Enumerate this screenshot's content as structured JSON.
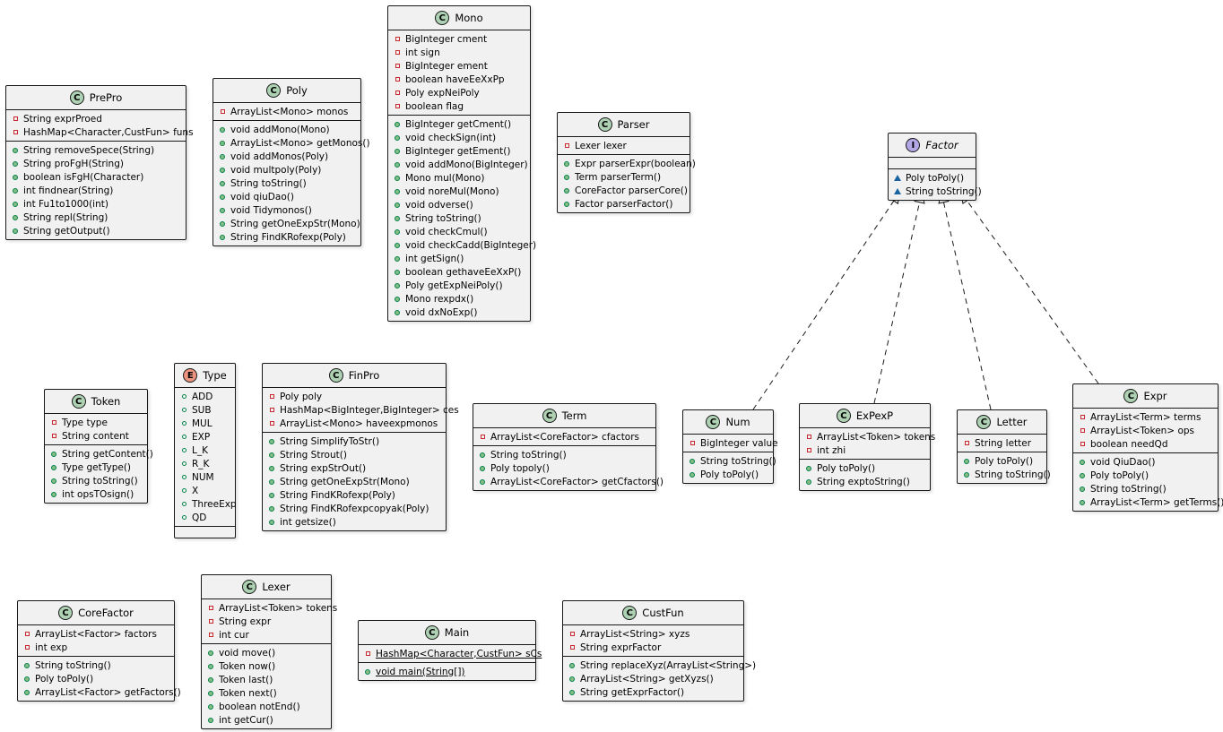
{
  "colors": {
    "class_badge": "#add1b2",
    "interface_badge": "#b4a7e5",
    "enum_badge": "#eb937f",
    "box_fill": "#f1f1f1",
    "border": "#181818",
    "private": "#c82930",
    "public": "#84be84",
    "package": "#1963a0"
  },
  "classes": [
    {
      "id": "PrePro",
      "kind": "class",
      "badge": "C",
      "name": "PrePro",
      "sections": [
        [
          {
            "vis": "private",
            "text": "String exprProed"
          },
          {
            "vis": "private",
            "text": "HashMap<Character,CustFun> funs"
          }
        ],
        [
          {
            "vis": "public",
            "text": "String removeSpece(String)"
          },
          {
            "vis": "public",
            "text": "String proFgH(String)"
          },
          {
            "vis": "public",
            "text": "boolean isFgH(Character)"
          },
          {
            "vis": "public",
            "text": "int findnear(String)"
          },
          {
            "vis": "public",
            "text": "int Fu1to1000(int)"
          },
          {
            "vis": "public",
            "text": "String repl(String)"
          },
          {
            "vis": "public",
            "text": "String getOutput()"
          }
        ]
      ]
    },
    {
      "id": "Poly",
      "kind": "class",
      "badge": "C",
      "name": "Poly",
      "sections": [
        [
          {
            "vis": "private",
            "text": "ArrayList<Mono> monos"
          }
        ],
        [
          {
            "vis": "public",
            "text": "void addMono(Mono)"
          },
          {
            "vis": "public",
            "text": "ArrayList<Mono> getMonos()"
          },
          {
            "vis": "public",
            "text": "void addMonos(Poly)"
          },
          {
            "vis": "public",
            "text": "void multpoly(Poly)"
          },
          {
            "vis": "public",
            "text": "String toString()"
          },
          {
            "vis": "public",
            "text": "void qiuDao()"
          },
          {
            "vis": "public",
            "text": "void Tidymonos()"
          },
          {
            "vis": "public",
            "text": "String getOneExpStr(Mono)"
          },
          {
            "vis": "public",
            "text": "String FindKRofexp(Poly)"
          }
        ]
      ]
    },
    {
      "id": "Mono",
      "kind": "class",
      "badge": "C",
      "name": "Mono",
      "sections": [
        [
          {
            "vis": "private",
            "text": "BigInteger cment"
          },
          {
            "vis": "private",
            "text": "int sign"
          },
          {
            "vis": "private",
            "text": "BigInteger ement"
          },
          {
            "vis": "private",
            "text": "boolean haveEeXxPp"
          },
          {
            "vis": "private",
            "text": "Poly expNeiPoly"
          },
          {
            "vis": "private",
            "text": "boolean flag"
          }
        ],
        [
          {
            "vis": "public",
            "text": "BigInteger getCment()"
          },
          {
            "vis": "public",
            "text": "void checkSign(int)"
          },
          {
            "vis": "public",
            "text": "BigInteger getEment()"
          },
          {
            "vis": "public",
            "text": "void addMono(BigInteger)"
          },
          {
            "vis": "public",
            "text": "Mono mul(Mono)"
          },
          {
            "vis": "public",
            "text": "void noreMul(Mono)"
          },
          {
            "vis": "public",
            "text": "void odverse()"
          },
          {
            "vis": "public",
            "text": "String toString()"
          },
          {
            "vis": "public",
            "text": "void checkCmul()"
          },
          {
            "vis": "public",
            "text": "void checkCadd(BigInteger)"
          },
          {
            "vis": "public",
            "text": "int getSign()"
          },
          {
            "vis": "public",
            "text": "boolean gethaveEeXxP()"
          },
          {
            "vis": "public",
            "text": "Poly getExpNeiPoly()"
          },
          {
            "vis": "public",
            "text": "Mono rexpdx()"
          },
          {
            "vis": "public",
            "text": "void dxNoExp()"
          }
        ]
      ]
    },
    {
      "id": "Parser",
      "kind": "class",
      "badge": "C",
      "name": "Parser",
      "sections": [
        [
          {
            "vis": "private",
            "text": "Lexer lexer"
          }
        ],
        [
          {
            "vis": "public",
            "text": "Expr parserExpr(boolean)"
          },
          {
            "vis": "public",
            "text": "Term parserTerm()"
          },
          {
            "vis": "public",
            "text": "CoreFactor parserCore()"
          },
          {
            "vis": "public",
            "text": "Factor parserFactor()"
          }
        ]
      ]
    },
    {
      "id": "Factor",
      "kind": "interface",
      "badge": "I",
      "name": "Factor",
      "sections": [
        [],
        [
          {
            "vis": "package",
            "text": "Poly toPoly()"
          },
          {
            "vis": "package",
            "text": "String toString()"
          }
        ]
      ]
    },
    {
      "id": "Token",
      "kind": "class",
      "badge": "C",
      "name": "Token",
      "sections": [
        [
          {
            "vis": "private",
            "text": "Type type"
          },
          {
            "vis": "private",
            "text": "String content"
          }
        ],
        [
          {
            "vis": "public",
            "text": "String getContent()"
          },
          {
            "vis": "public",
            "text": "Type getType()"
          },
          {
            "vis": "public",
            "text": "String toString()"
          },
          {
            "vis": "public",
            "text": "int opsTOsign()"
          }
        ]
      ]
    },
    {
      "id": "Type",
      "kind": "enum",
      "badge": "E",
      "name": "Type",
      "sections": [
        [
          {
            "vis": "enum",
            "text": "ADD"
          },
          {
            "vis": "enum",
            "text": "SUB"
          },
          {
            "vis": "enum",
            "text": "MUL"
          },
          {
            "vis": "enum",
            "text": "EXP"
          },
          {
            "vis": "enum",
            "text": "L_K"
          },
          {
            "vis": "enum",
            "text": "R_K"
          },
          {
            "vis": "enum",
            "text": "NUM"
          },
          {
            "vis": "enum",
            "text": "X"
          },
          {
            "vis": "enum",
            "text": "ThreeExp"
          },
          {
            "vis": "enum",
            "text": "QD"
          }
        ],
        []
      ]
    },
    {
      "id": "FinPro",
      "kind": "class",
      "badge": "C",
      "name": "FinPro",
      "sections": [
        [
          {
            "vis": "private",
            "text": "Poly poly"
          },
          {
            "vis": "private",
            "text": "HashMap<BigInteger,BigInteger> ces"
          },
          {
            "vis": "private",
            "text": "ArrayList<Mono> haveexpmonos"
          }
        ],
        [
          {
            "vis": "public",
            "text": "String SimplifyToStr()"
          },
          {
            "vis": "public",
            "text": "String Strout()"
          },
          {
            "vis": "public",
            "text": "String expStrOut()"
          },
          {
            "vis": "public",
            "text": "String getOneExpStr(Mono)"
          },
          {
            "vis": "public",
            "text": "String FindKRofexp(Poly)"
          },
          {
            "vis": "public",
            "text": "String FindKRofexpcopyak(Poly)"
          },
          {
            "vis": "public",
            "text": "int getsize()"
          }
        ]
      ]
    },
    {
      "id": "Term",
      "kind": "class",
      "badge": "C",
      "name": "Term",
      "sections": [
        [
          {
            "vis": "private",
            "text": "ArrayList<CoreFactor> cfactors"
          }
        ],
        [
          {
            "vis": "public",
            "text": "String toString()"
          },
          {
            "vis": "public",
            "text": "Poly topoly()"
          },
          {
            "vis": "public",
            "text": "ArrayList<CoreFactor> getCfactors()"
          }
        ]
      ]
    },
    {
      "id": "Num",
      "kind": "class",
      "badge": "C",
      "name": "Num",
      "sections": [
        [
          {
            "vis": "private",
            "text": "BigInteger value"
          }
        ],
        [
          {
            "vis": "public",
            "text": "String toString()"
          },
          {
            "vis": "public",
            "text": "Poly toPoly()"
          }
        ]
      ]
    },
    {
      "id": "ExPexP",
      "kind": "class",
      "badge": "C",
      "name": "ExPexP",
      "sections": [
        [
          {
            "vis": "private",
            "text": "ArrayList<Token> tokens"
          },
          {
            "vis": "private",
            "text": "int zhi"
          }
        ],
        [
          {
            "vis": "public",
            "text": "Poly toPoly()"
          },
          {
            "vis": "public",
            "text": "String exptoString()"
          }
        ]
      ]
    },
    {
      "id": "Letter",
      "kind": "class",
      "badge": "C",
      "name": "Letter",
      "sections": [
        [
          {
            "vis": "private",
            "text": "String letter"
          }
        ],
        [
          {
            "vis": "public",
            "text": "Poly toPoly()"
          },
          {
            "vis": "public",
            "text": "String toString()"
          }
        ]
      ]
    },
    {
      "id": "Expr",
      "kind": "class",
      "badge": "C",
      "name": "Expr",
      "sections": [
        [
          {
            "vis": "private",
            "text": "ArrayList<Term> terms"
          },
          {
            "vis": "private",
            "text": "ArrayList<Token> ops"
          },
          {
            "vis": "private",
            "text": "boolean needQd"
          }
        ],
        [
          {
            "vis": "public",
            "text": "void QiuDao()"
          },
          {
            "vis": "public",
            "text": "Poly toPoly()"
          },
          {
            "vis": "public",
            "text": "String toString()"
          },
          {
            "vis": "public",
            "text": "ArrayList<Term> getTerms()"
          }
        ]
      ]
    },
    {
      "id": "CoreFactor",
      "kind": "class",
      "badge": "C",
      "name": "CoreFactor",
      "sections": [
        [
          {
            "vis": "private",
            "text": "ArrayList<Factor> factors"
          },
          {
            "vis": "private",
            "text": "int exp"
          }
        ],
        [
          {
            "vis": "public",
            "text": "String toString()"
          },
          {
            "vis": "public",
            "text": "Poly toPoly()"
          },
          {
            "vis": "public",
            "text": "ArrayList<Factor> getFactors()"
          }
        ]
      ]
    },
    {
      "id": "Lexer",
      "kind": "class",
      "badge": "C",
      "name": "Lexer",
      "sections": [
        [
          {
            "vis": "private",
            "text": "ArrayList<Token> tokens"
          },
          {
            "vis": "private",
            "text": "String expr"
          },
          {
            "vis": "private",
            "text": "int cur"
          }
        ],
        [
          {
            "vis": "public",
            "text": "void move()"
          },
          {
            "vis": "public",
            "text": "Token now()"
          },
          {
            "vis": "public",
            "text": "Token last()"
          },
          {
            "vis": "public",
            "text": "Token next()"
          },
          {
            "vis": "public",
            "text": "boolean notEnd()"
          },
          {
            "vis": "public",
            "text": "int getCur()"
          }
        ]
      ]
    },
    {
      "id": "Main",
      "kind": "class",
      "badge": "C",
      "name": "Main",
      "sections": [
        [
          {
            "vis": "private",
            "text": "HashMap<Character,CustFun> sCs",
            "static": true
          }
        ],
        [
          {
            "vis": "public",
            "text": "void main(String[])",
            "static": true
          }
        ]
      ]
    },
    {
      "id": "CustFun",
      "kind": "class",
      "badge": "C",
      "name": "CustFun",
      "sections": [
        [
          {
            "vis": "private",
            "text": "ArrayList<String> xyzs"
          },
          {
            "vis": "private",
            "text": "String exprFactor"
          }
        ],
        [
          {
            "vis": "public",
            "text": "String replaceXyz(ArrayList<String>)"
          },
          {
            "vis": "public",
            "text": "ArrayList<String> getXyzs()"
          },
          {
            "vis": "public",
            "text": "String getExprFactor()"
          }
        ]
      ]
    }
  ],
  "relations": [
    {
      "from": "Num",
      "to": "Factor",
      "type": "realization"
    },
    {
      "from": "ExPexP",
      "to": "Factor",
      "type": "realization"
    },
    {
      "from": "Letter",
      "to": "Factor",
      "type": "realization"
    },
    {
      "from": "Expr",
      "to": "Factor",
      "type": "realization"
    }
  ]
}
